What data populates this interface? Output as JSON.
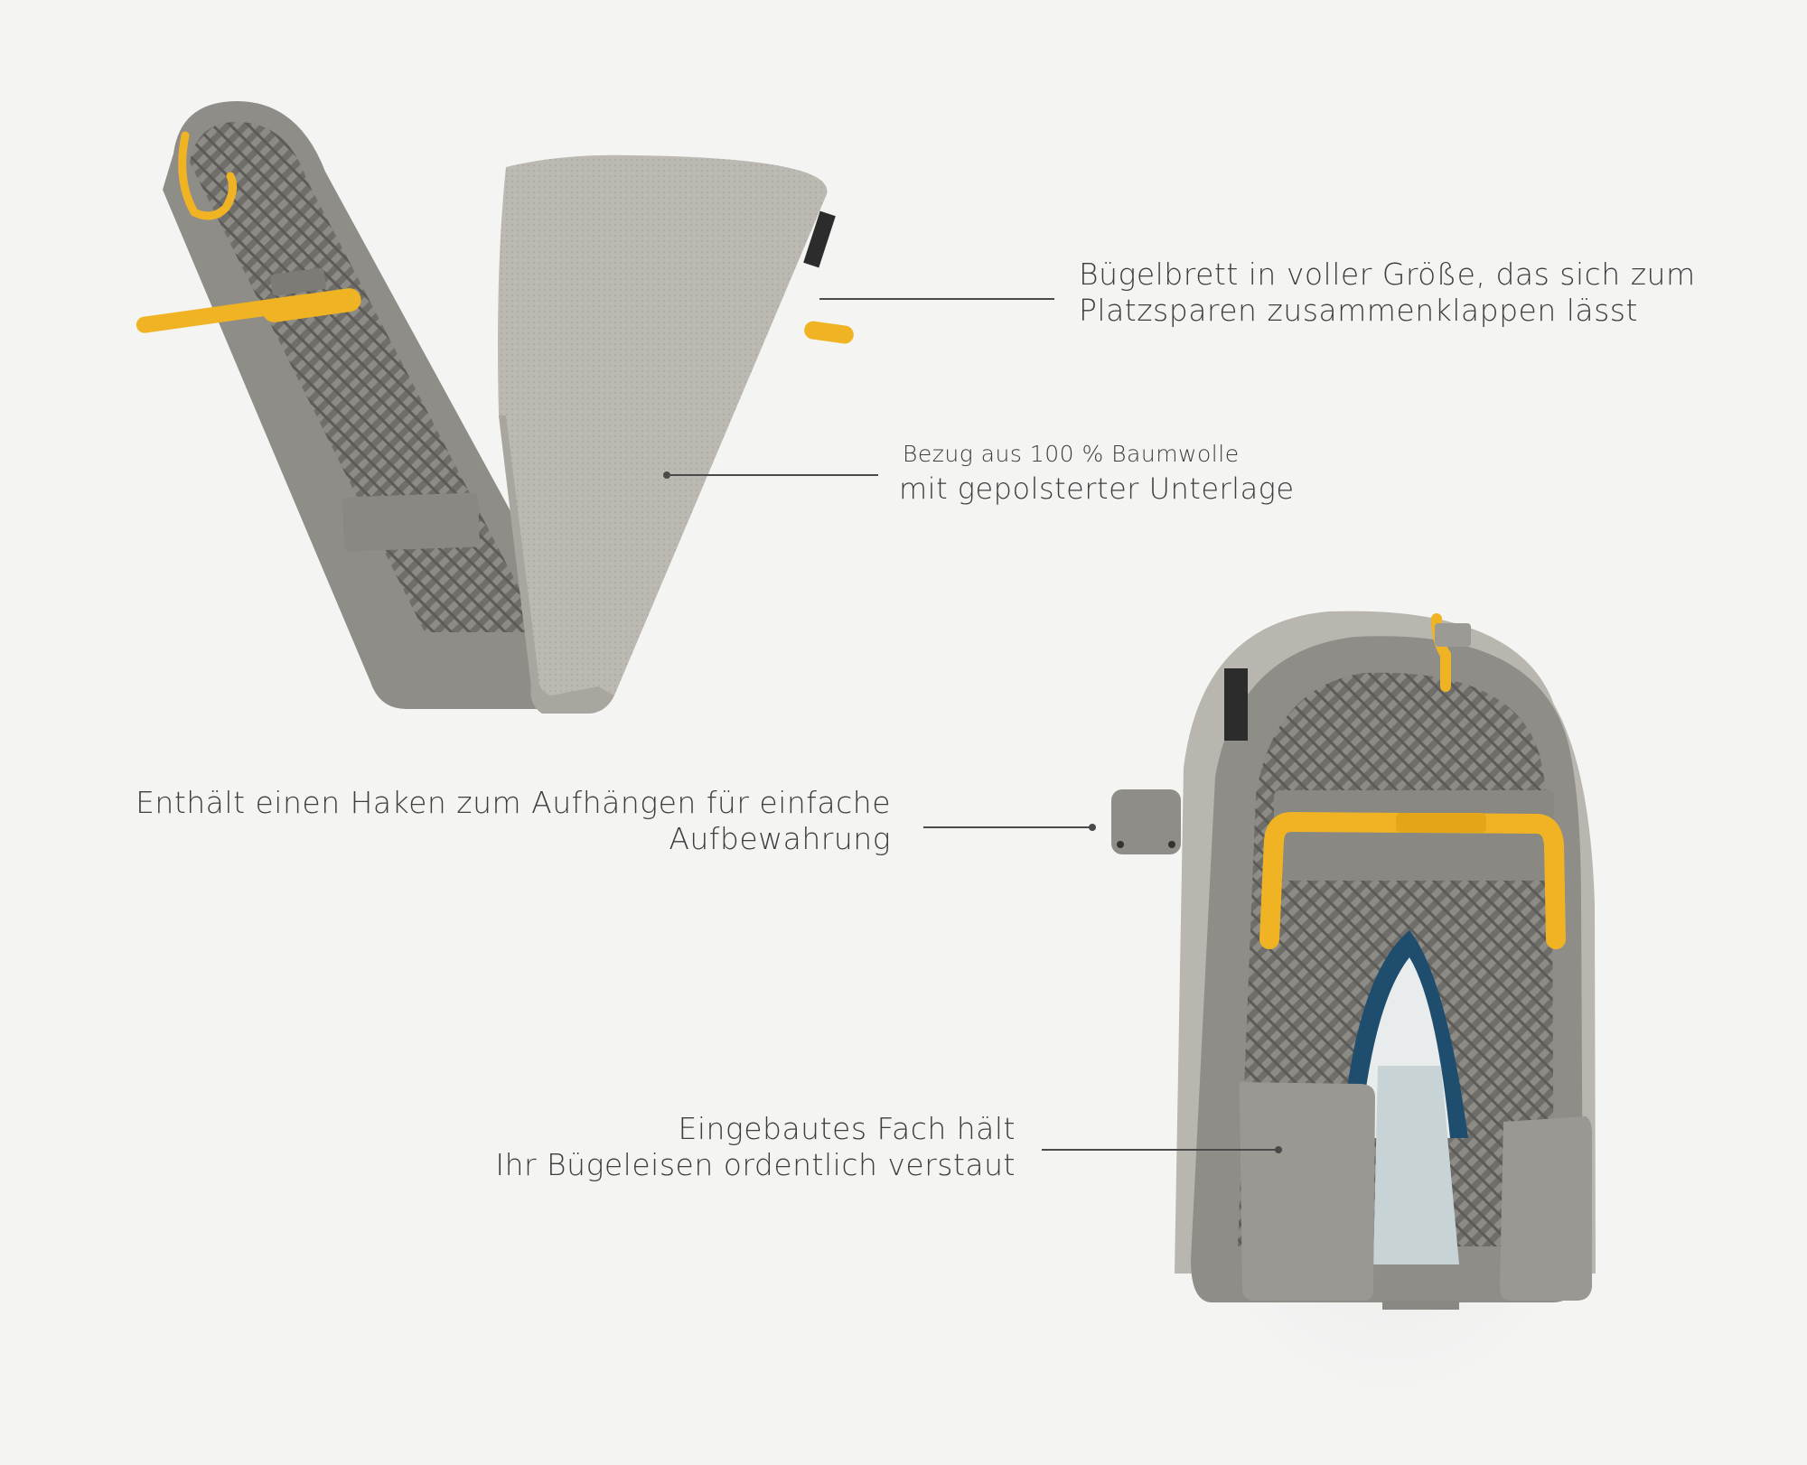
{
  "callouts": {
    "full_size": {
      "line1": "Bügelbrett in voller Größe, das sich zum",
      "line2": "Platzsparen zusammenklappen lässt"
    },
    "cover": {
      "line1": "Bezug aus 100 % Baumwolle",
      "line2": "mit gepolsterter Unterlage"
    },
    "hook": {
      "line1": "Enthält einen Haken zum Aufhängen für einfache",
      "line2": "Aufbewahrung"
    },
    "compartment": {
      "line1": "Eingebautes Fach hält",
      "line2": "Ihr Bügeleisen ordentlich verstaut"
    }
  },
  "colors": {
    "background": "#f4f4f3",
    "board_frame": "#8f8d87",
    "cover": "#b9b6b0",
    "accent_yellow": "#f0b323",
    "iron_blue": "#1e4d6e"
  },
  "icons": {
    "brand_tag": "brand-label-tag",
    "wall_hook": "wall-hook-icon"
  }
}
